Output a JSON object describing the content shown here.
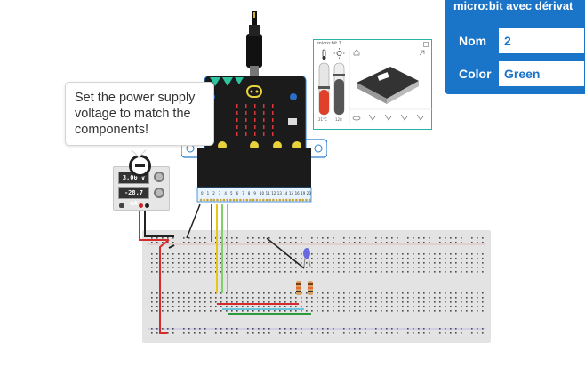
{
  "properties_panel": {
    "title": "micro:bit avec dérivat",
    "rows": [
      {
        "label": "Nom",
        "value": "2"
      },
      {
        "label": "Color",
        "value": "Green"
      }
    ],
    "accent_color": "#1a74c8"
  },
  "tooltip": {
    "text_line1": "Set the power supply",
    "text_line2": "voltage to match the",
    "text_line3": "components!"
  },
  "sensor_widget": {
    "title": "micro:bit 1",
    "temperature_reading": "21°C",
    "light_reading": "128",
    "temperature_icon": "thermometer-icon",
    "light_icon": "sun-icon"
  },
  "power_supply": {
    "voltage_display": "3.00 V",
    "current_display": "-28.7 mA",
    "icon": "minus-circle-icon"
  },
  "microbit": {
    "pin_labels": [
      "0",
      "1",
      "2",
      "3",
      "4",
      "5",
      "6",
      "7",
      "8",
      "9",
      "10",
      "11",
      "12",
      "13",
      "14",
      "15",
      "16",
      "19",
      "20"
    ],
    "board_color": "#111111",
    "icon": "usb-cable-icon"
  },
  "breadboard": {
    "component": "breadboard",
    "led_color": "blue",
    "resistor_count": 2
  }
}
